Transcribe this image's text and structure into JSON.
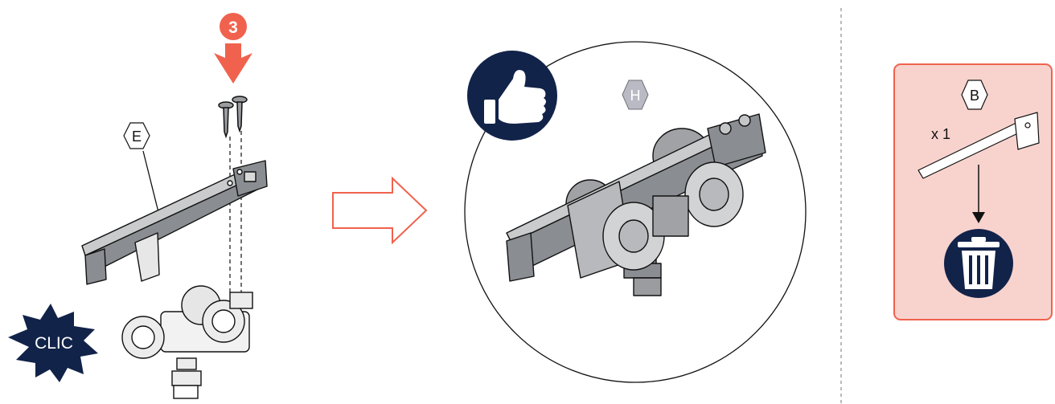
{
  "step": {
    "number": "3",
    "badge_color": "#f0624d",
    "arrow_color": "#f0624d"
  },
  "labels": {
    "part_e": "E",
    "part_h": "H",
    "part_b": "B",
    "quantity": "x 1",
    "clic": "CLIC"
  },
  "colors": {
    "navy": "#12234a",
    "salmon_panel": "#f8d3ce",
    "salmon_border": "#f0624d",
    "part_gray": "#8a8d91",
    "part_light": "#ececec",
    "hex_badge_fill": "#b9bac4"
  },
  "icons": [
    "arrow-down-icon",
    "outline-arrow-right-icon",
    "thumbs-up-icon",
    "trash-can-icon",
    "burst-icon"
  ]
}
